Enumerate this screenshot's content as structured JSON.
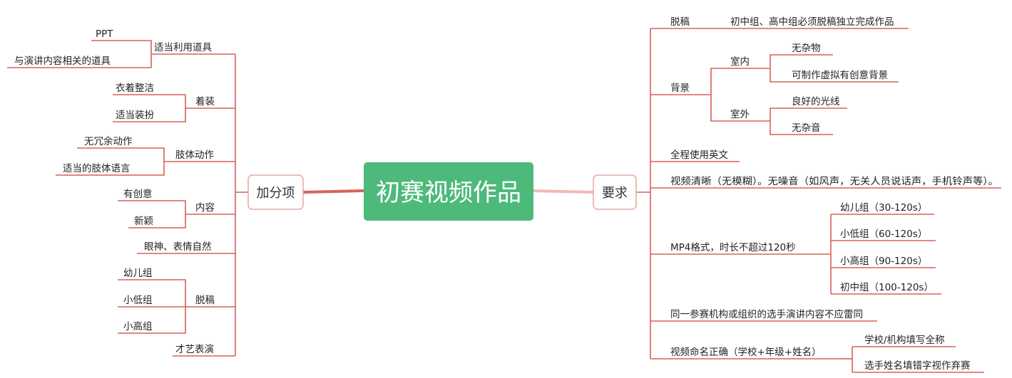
{
  "center": {
    "title": "初赛视频作品",
    "color": "#4dba7b"
  },
  "left_branch": {
    "label": "加分项",
    "items": [
      {
        "label": "适当利用道具",
        "children": [
          "PPT",
          "与演讲内容相关的道具"
        ]
      },
      {
        "label": "着装",
        "children": [
          "衣着整洁",
          "适当装扮"
        ]
      },
      {
        "label": "肢体动作",
        "children": [
          "无冗余动作",
          "适当的肢体语言"
        ]
      },
      {
        "label": "内容",
        "children": [
          "有创意",
          "新颖"
        ]
      },
      {
        "label": "眼神、表情自然",
        "children": []
      },
      {
        "label": "脱稿",
        "children": [
          "幼儿组",
          "小低组",
          "小高组"
        ]
      },
      {
        "label": "才艺表演",
        "children": []
      }
    ]
  },
  "right_branch": {
    "label": "要求",
    "items": [
      {
        "label": "脱稿",
        "children": [
          {
            "label": "初中组、高中组必须脱稿独立完成作品"
          }
        ]
      },
      {
        "label": "背景",
        "children": [
          {
            "label": "室内",
            "children": [
              "无杂物",
              "可制作虚拟有创意背景"
            ]
          },
          {
            "label": "室外",
            "children": [
              "良好的光线",
              "无杂音"
            ]
          }
        ]
      },
      {
        "label": "全程使用英文",
        "children": []
      },
      {
        "label": "视频清晰（无模糊）。无噪音（如风声，无关人员说话声，手机铃声等）。",
        "children": []
      },
      {
        "label": "MP4格式，时长不超过120秒",
        "children": [
          {
            "label": "幼儿组（30-120s）"
          },
          {
            "label": "小低组（60-120s）"
          },
          {
            "label": "小高组（90-120s）"
          },
          {
            "label": "初中组（100-120s）"
          }
        ]
      },
      {
        "label": "同一参赛机构或组织的选手演讲内容不应雷同",
        "children": []
      },
      {
        "label": "视频命名正确（学校+年级+姓名）",
        "children": [
          {
            "label": "学校/机构填写全称"
          },
          {
            "label": "选手姓名填错字视作弃赛"
          }
        ]
      }
    ]
  },
  "colors": {
    "line": "#d9605a",
    "box_border": "#e8a6a2"
  }
}
